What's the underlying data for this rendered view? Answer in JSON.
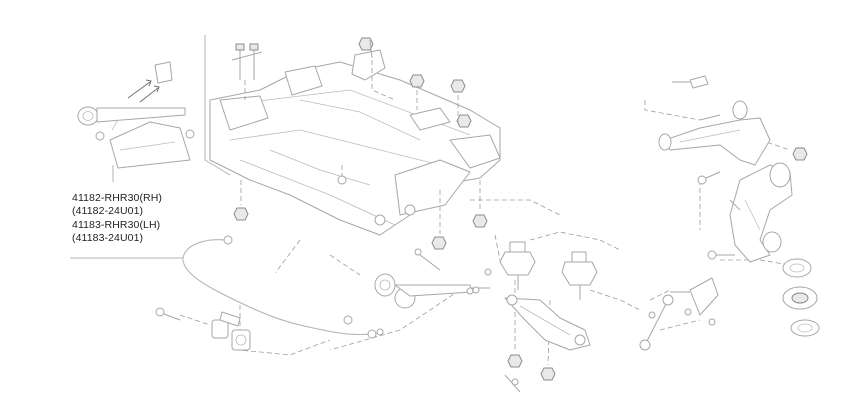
{
  "part_numbers": [
    {
      "number": "41182-RHR30(RH)",
      "alt": "(41182-24U01)"
    },
    {
      "number": "41183-RHR30(LH)",
      "alt": "(41183-24U01)"
    }
  ],
  "colors": {
    "line": "#a7a7a7",
    "dash": "#9d9d9d",
    "text": "#1f1f1f",
    "background": "#ffffff"
  },
  "icons": [
    "subframe",
    "stabilizer-bar",
    "upper-control-arm",
    "lower-control-arm",
    "tension-rod",
    "bolt",
    "nut",
    "bushing",
    "ball-joint",
    "stabilizer-link",
    "hub-bearing"
  ]
}
